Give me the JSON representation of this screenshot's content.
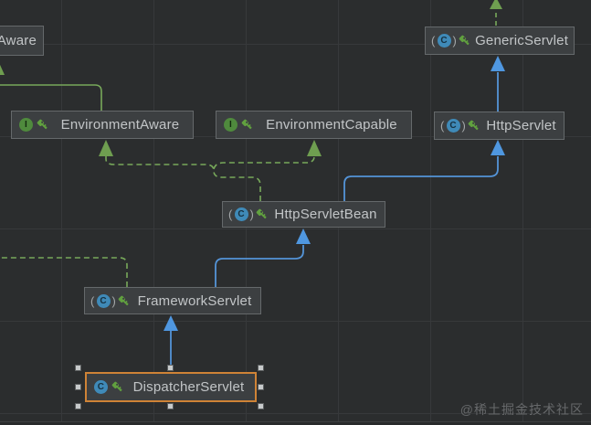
{
  "watermark": "@稀土掘金技术社区",
  "icons": {
    "paren_open": "(",
    "paren_close": ")",
    "class_icon": "blue circle with letter C",
    "interface_icon": "green circle with letter I",
    "key_icon": "small green key (visibility modifier)"
  },
  "nodes": {
    "aware": {
      "label": "Aware",
      "kind": "interface (partially off-screen)"
    },
    "environment_aware": {
      "label": "EnvironmentAware",
      "icon_letter": "I",
      "kind": "interface"
    },
    "environment_capable": {
      "label": "EnvironmentCapable",
      "icon_letter": "I",
      "kind": "interface"
    },
    "generic_servlet": {
      "label": "GenericServlet",
      "icon_letter": "C",
      "kind": "abstract class"
    },
    "http_servlet": {
      "label": "HttpServlet",
      "icon_letter": "C",
      "kind": "abstract class"
    },
    "http_servlet_bean": {
      "label": "HttpServletBean",
      "icon_letter": "C",
      "kind": "abstract class"
    },
    "framework_servlet": {
      "label": "FrameworkServlet",
      "icon_letter": "C",
      "kind": "abstract class"
    },
    "dispatcher_servlet": {
      "label": "DispatcherServlet",
      "icon_letter": "C",
      "kind": "class",
      "selected": true
    }
  },
  "edges": [
    {
      "from": "environment_aware",
      "to": "aware",
      "relation": "extends",
      "style": "solid-green"
    },
    {
      "from": "http_servlet_bean",
      "to": "environment_aware",
      "relation": "implements",
      "style": "dashed-green"
    },
    {
      "from": "http_servlet_bean",
      "to": "environment_capable",
      "relation": "implements",
      "style": "dashed-green"
    },
    {
      "from": "framework_servlet",
      "to": "offscreen-left",
      "relation": "implements",
      "style": "dashed-green"
    },
    {
      "from": "generic_servlet",
      "to": "offscreen-top",
      "relation": "implements",
      "style": "dashed-green"
    },
    {
      "from": "http_servlet",
      "to": "generic_servlet",
      "relation": "extends",
      "style": "solid-blue"
    },
    {
      "from": "http_servlet_bean",
      "to": "http_servlet",
      "relation": "extends",
      "style": "solid-blue"
    },
    {
      "from": "framework_servlet",
      "to": "http_servlet_bean",
      "relation": "extends",
      "style": "solid-blue"
    },
    {
      "from": "dispatcher_servlet",
      "to": "framework_servlet",
      "relation": "extends",
      "style": "solid-blue"
    }
  ],
  "colors": {
    "background": "#2b2d2e",
    "grid": "#37393b",
    "node_background": "#3c3f41",
    "node_border": "#65696b",
    "node_text": "#c2c5c7",
    "selection_border": "#cf8336",
    "edge_green": "#77a85a",
    "edge_blue": "#4f97e0",
    "interface_icon_green": "#4f8a3d",
    "class_icon_blue": "#3f8ab8",
    "key_icon_green": "#61a13f",
    "watermark_gray": "#67696b"
  }
}
